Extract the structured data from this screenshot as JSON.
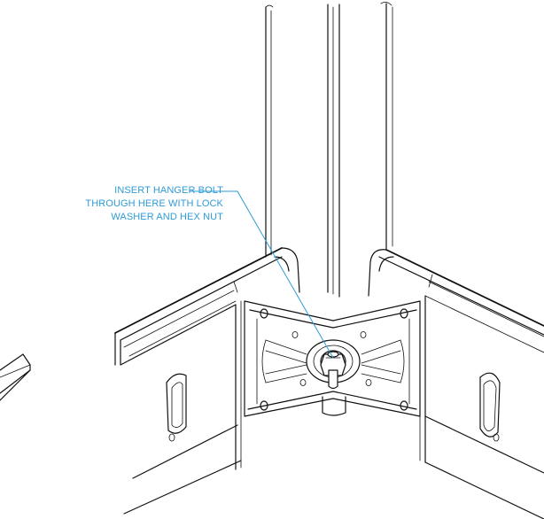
{
  "callout": {
    "line1": "INSERT HANGER BOLT",
    "line2": "THROUGH HERE WITH LOCK",
    "line3": "WASHER AND HEX NUT"
  },
  "colors": {
    "callout": "#2f9bd6",
    "linework": "#111111",
    "background": "#ffffff"
  }
}
